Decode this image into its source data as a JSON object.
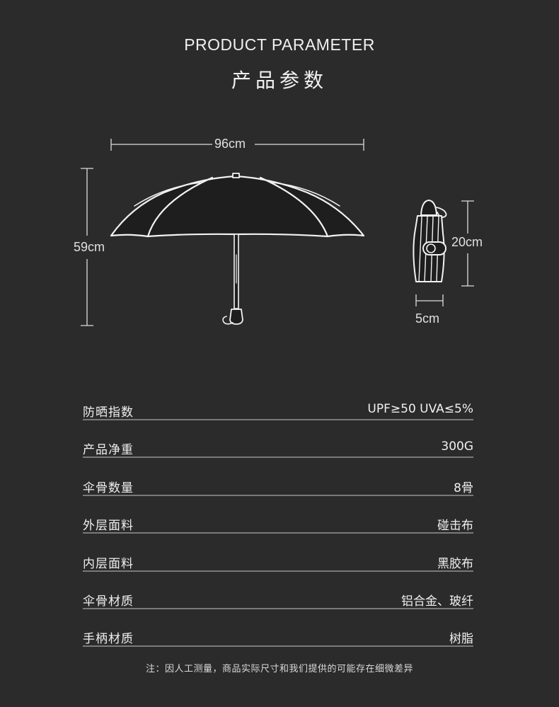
{
  "header": {
    "title_en": "PRODUCT PARAMETER",
    "title_cn": "产品参数"
  },
  "dimensions": {
    "open_width": "96cm",
    "open_height": "59cm",
    "folded_height": "20cm",
    "folded_width": "5cm"
  },
  "specs": [
    {
      "key": "防晒指数",
      "value": "UPF≥50 UVA≤5%"
    },
    {
      "key": "产品净重",
      "value": "300G"
    },
    {
      "key": "伞骨数量",
      "value": "8骨"
    },
    {
      "key": "外层面料",
      "value": "碰击布"
    },
    {
      "key": "内层面料",
      "value": "黑胶布"
    },
    {
      "key": "伞骨材质",
      "value": "铝合金、玻纤"
    },
    {
      "key": "手柄材质",
      "value": "树脂"
    }
  ],
  "note": "注：因人工测量，商品实际尺寸和我们提供的可能存在细微差异",
  "colors": {
    "background": "#2b2b2b",
    "text": "#f0f0f0",
    "divider": "#7a7a7a",
    "umbrella_fill": "#1e1e1e",
    "umbrella_stroke": "#f2f2f2"
  }
}
